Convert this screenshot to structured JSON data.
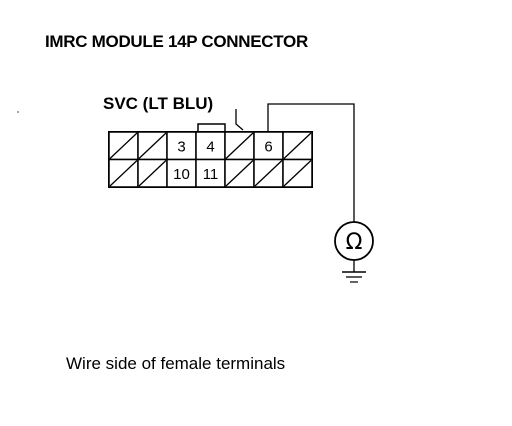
{
  "title": "IMRC MODULE 14P CONNECTOR",
  "terminal_label": "SVC (LT BLU)",
  "caption": "Wire side of female terminals",
  "meter_symbol": "Ω",
  "connector": {
    "rows": 2,
    "columns": 7,
    "terminals": [
      {
        "row": 0,
        "col": 0,
        "label": "",
        "blank": true
      },
      {
        "row": 0,
        "col": 1,
        "label": "",
        "blank": true
      },
      {
        "row": 0,
        "col": 2,
        "label": "3",
        "blank": false
      },
      {
        "row": 0,
        "col": 3,
        "label": "4",
        "blank": false
      },
      {
        "row": 0,
        "col": 4,
        "label": "",
        "blank": true
      },
      {
        "row": 0,
        "col": 5,
        "label": "6",
        "blank": false
      },
      {
        "row": 0,
        "col": 6,
        "label": "",
        "blank": true
      },
      {
        "row": 1,
        "col": 0,
        "label": "",
        "blank": true
      },
      {
        "row": 1,
        "col": 1,
        "label": "",
        "blank": true
      },
      {
        "row": 1,
        "col": 2,
        "label": "10",
        "blank": false
      },
      {
        "row": 1,
        "col": 3,
        "label": "11",
        "blank": false
      },
      {
        "row": 1,
        "col": 4,
        "label": "",
        "blank": true
      },
      {
        "row": 1,
        "col": 5,
        "label": "",
        "blank": true
      },
      {
        "row": 1,
        "col": 6,
        "label": "",
        "blank": true
      }
    ],
    "probe_terminal": "6",
    "lock_tab_column": 3
  },
  "colors": {
    "ink": "#000000",
    "background": "#ffffff"
  }
}
